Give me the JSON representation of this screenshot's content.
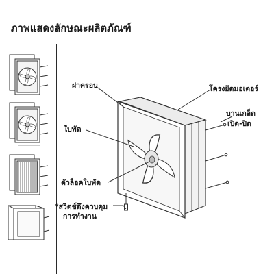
{
  "title": "ภาพแสดงลักษณะผลิตภัณฑ์",
  "callouts": {
    "cover": "ฝาครอบ",
    "blade": "ใบพัด",
    "blade_lock": "ตัวล็อคใบพัด",
    "switch_line1": "สวิตช์ดึงควบคุม",
    "switch_line2": "การทำงาน",
    "motor_frame": "โครงยึดมอเตอร์",
    "louver_line1": "บานเกล็ด",
    "louver_line2": "เปิด-ปิด"
  },
  "switch_marker": "*",
  "thumbnails": [
    {
      "name": "fan-front-view-1"
    },
    {
      "name": "fan-front-view-2"
    },
    {
      "name": "fan-grille-view"
    },
    {
      "name": "fan-shutter-view"
    }
  ]
}
